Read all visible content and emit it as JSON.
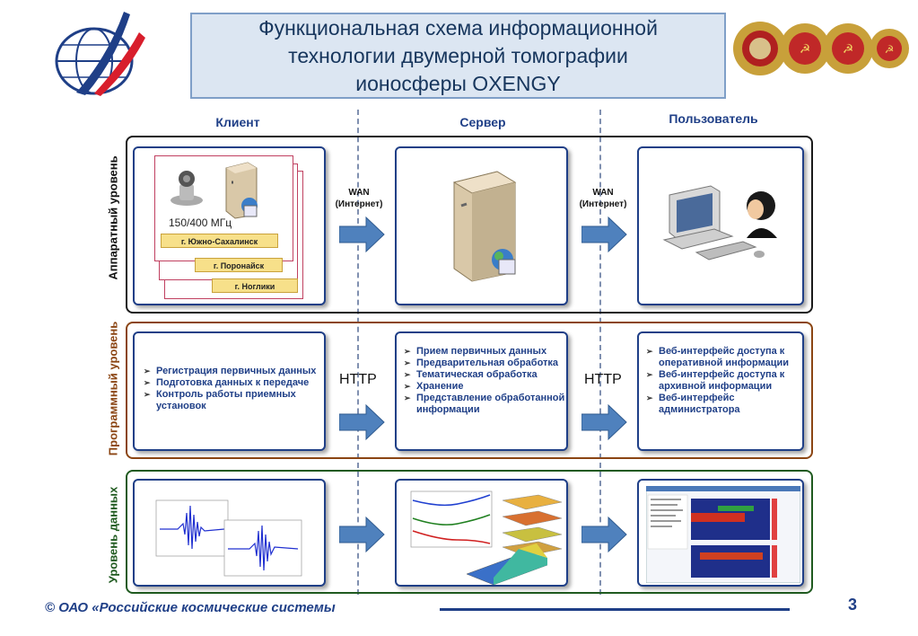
{
  "title": "Функциональная схема информационной\nтехнологии двумерной томографии\nионосферы OXENGY",
  "columns": {
    "client": "Клиент",
    "server": "Сервер",
    "user": "Пользователь"
  },
  "levels": {
    "hardware": "Аппаратный уровень",
    "software": "Программный уровень",
    "data": "Уровень данных"
  },
  "client_hw": {
    "frequency": "150/400 МГц",
    "cities": [
      "г. Южно-Сахалинск",
      "г. Поронайск",
      "г. Ноглики"
    ]
  },
  "wan_label": "WAN\n(Интернет)",
  "http_label": "HTTP",
  "client_sw": [
    "Регистрация первичных данных",
    "Подготовка данных к передаче",
    "Контроль работы приемных установок"
  ],
  "server_sw": [
    "Прием первичных данных",
    "Предварительная обработка",
    "Тематическая обработка",
    "Хранение",
    "Представление обработанной информации"
  ],
  "user_sw": [
    "Веб-интерфейс доступа к оперативной информации",
    "Веб-интерфейс доступа к архивной информации",
    "Веб-интерфейс администратора"
  ],
  "footer": "© ОАО «Российские космические системы",
  "page_number": "3",
  "colors": {
    "navy": "#1f3f87",
    "title_bg": "#dce6f2",
    "arrow": "#4f81bd",
    "software_border": "#8b4513",
    "data_border": "#1f5a1f"
  },
  "icons": [
    "satellite-logo-icon",
    "order-medals-icon",
    "receiver-antenna-icon",
    "server-icon",
    "user-computer-icon",
    "arrow-right-icon"
  ]
}
